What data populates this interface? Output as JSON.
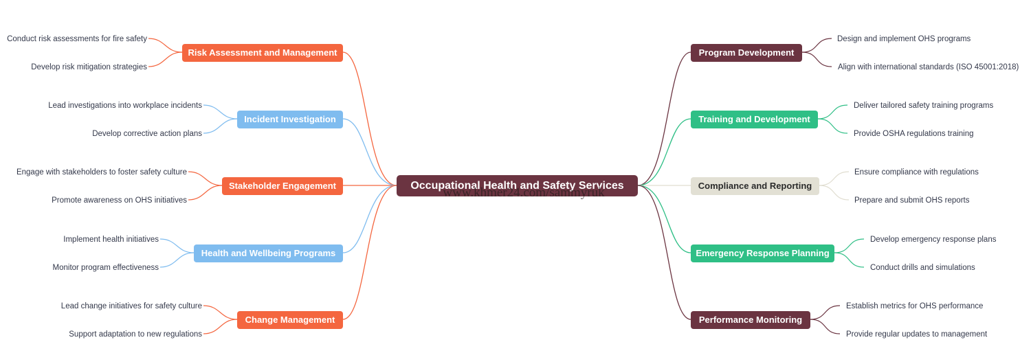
{
  "root": {
    "label": "Occupational Health and Safety Services",
    "color": "#6b3441"
  },
  "watermark": "www.khmer24.com/sammyruk",
  "left_branches": [
    {
      "label": "Risk Assessment and Management",
      "color": "#f4663f",
      "children": [
        "Conduct risk assessments for fire safety",
        "Develop risk mitigation strategies"
      ]
    },
    {
      "label": "Incident Investigation",
      "color": "#7fbcef",
      "children": [
        "Lead investigations into workplace incidents",
        "Develop corrective action plans"
      ]
    },
    {
      "label": "Stakeholder Engagement",
      "color": "#f4663f",
      "children": [
        "Engage with stakeholders to foster safety culture",
        "Promote awareness on OHS initiatives"
      ]
    },
    {
      "label": "Health and Wellbeing Programs",
      "color": "#7fbcef",
      "children": [
        "Implement health initiatives",
        "Monitor program effectiveness"
      ]
    },
    {
      "label": "Change Management",
      "color": "#f4663f",
      "children": [
        "Lead change initiatives for safety culture",
        "Support adaptation to new regulations"
      ]
    }
  ],
  "right_branches": [
    {
      "label": "Program Development",
      "color": "#6b3441",
      "children": [
        "Design and implement OHS programs",
        "Align with international standards (ISO 45001:2018)"
      ]
    },
    {
      "label": "Training and Development",
      "color": "#2fbf86",
      "children": [
        "Deliver tailored safety training programs",
        "Provide OSHA regulations training"
      ]
    },
    {
      "label": "Compliance and Reporting",
      "color": "#e2e0d4",
      "text_color": "#2b2b2b",
      "line_color": "#e0ddd0",
      "children": [
        "Ensure compliance with regulations",
        "Prepare and submit OHS reports"
      ]
    },
    {
      "label": "Emergency Response Planning",
      "color": "#2fbf86",
      "children": [
        "Develop emergency response plans",
        "Conduct drills and simulations"
      ]
    },
    {
      "label": "Performance Monitoring",
      "color": "#6b3441",
      "children": [
        "Establish metrics for OHS performance",
        "Provide regular updates to management"
      ]
    }
  ]
}
